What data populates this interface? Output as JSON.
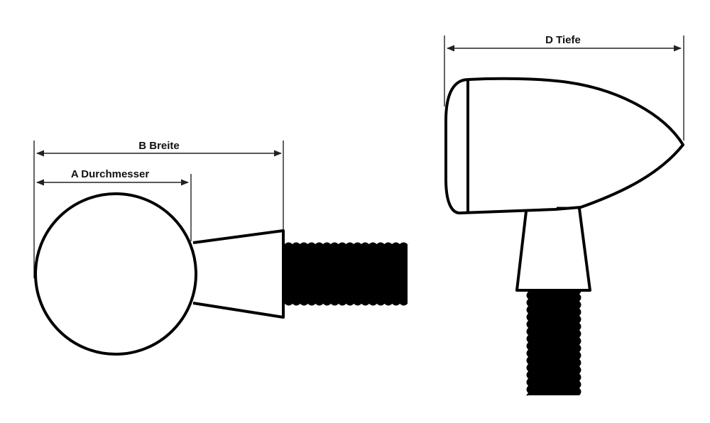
{
  "diagram": {
    "labels": {
      "a": "A Durchmesser",
      "b": "B Breite",
      "d": "D Tiefe"
    },
    "colors": {
      "outline": "#000000",
      "dimension": "#222222",
      "background": "#ffffff"
    }
  }
}
